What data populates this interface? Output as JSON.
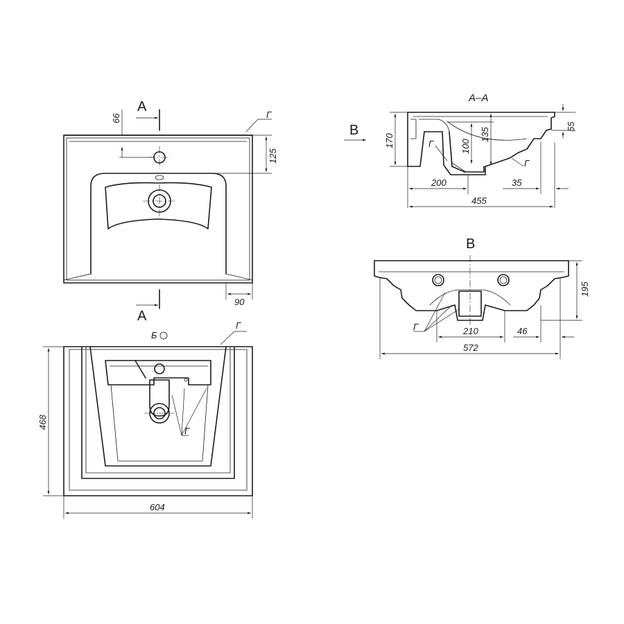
{
  "labels": {
    "section_a_top": "A",
    "section_a_bottom": "A",
    "section_title": "A–A",
    "view_b_arrow": "B",
    "view_b_title": "B",
    "view_b_symbol": "Б",
    "glaze_top": "Г",
    "glaze_section_left": "Г",
    "glaze_section_right": "Г",
    "glaze_bottom_view": "Г",
    "glaze_under_view": "Г",
    "glaze_view_b": "Г"
  },
  "dimensions": {
    "top_offset": "66",
    "tap_hole_depth": "125",
    "side_rim": "90",
    "section_height": "170",
    "bowl_depth": "100",
    "bowl_depth_total": "135",
    "rim_height": "55",
    "drain_offset": "200",
    "front_overhang": "35",
    "section_width": "455",
    "depth_overall": "468",
    "width_overall": "604",
    "view_b_height": "195",
    "view_b_drain_span": "210",
    "view_b_side": "46",
    "view_b_width": "572"
  }
}
